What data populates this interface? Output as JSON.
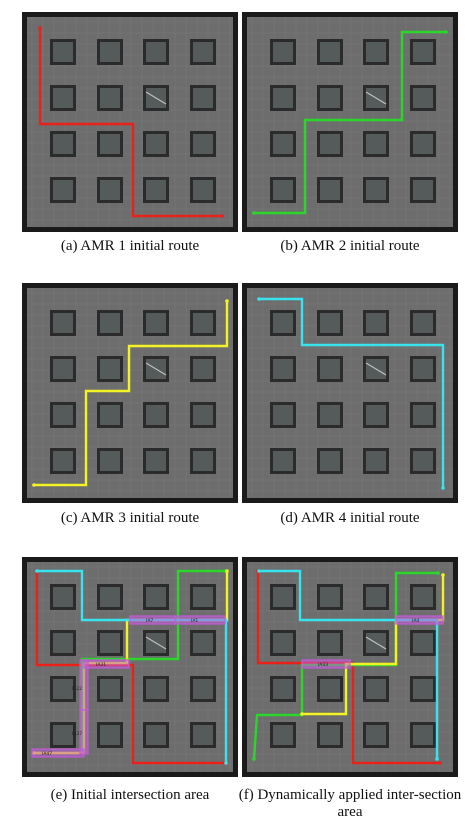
{
  "colors": {
    "frame": "#1a1a1a",
    "floor": "#6d6d6d",
    "grid": "#7a7a7a",
    "shelf_outer": "#2b2b2b",
    "shelf_inner": "#555a5a",
    "amr1": "#e8211b",
    "amr2": "#2bd62b",
    "amr3": "#f2f224",
    "amr4": "#39e3ee",
    "intersection": "#c45bd8",
    "intersection_text": "#222222"
  },
  "figures": [
    {
      "id": "a",
      "caption": "(a) AMR 1 initial route",
      "routes": [
        "amr1"
      ],
      "areas": []
    },
    {
      "id": "b",
      "caption": "(b) AMR 2 initial route",
      "routes": [
        "amr2"
      ],
      "areas": []
    },
    {
      "id": "c",
      "caption": "(c) AMR 3 initial route",
      "routes": [
        "amr3"
      ],
      "areas": []
    },
    {
      "id": "d",
      "caption": "(d) AMR 4 initial route",
      "routes": [
        "amr4"
      ],
      "areas": []
    },
    {
      "id": "e",
      "caption": "(e) Initial intersection area",
      "routes": [
        "amr1",
        "amr2",
        "amr3",
        "amr4"
      ],
      "areas": [
        {
          "label": "IA7"
        },
        {
          "label": "IA1"
        },
        {
          "label": "IA31"
        },
        {
          "label": "IA22"
        },
        {
          "label": "IA37"
        },
        {
          "label": "IA47"
        }
      ]
    },
    {
      "id": "f",
      "caption": "(f) Dynamically applied inter-section area",
      "routes": [
        "amr1",
        "amr2",
        "amr3",
        "amr4"
      ],
      "areas": [
        {
          "label": "IA4"
        },
        {
          "label": "IA33"
        }
      ]
    }
  ]
}
